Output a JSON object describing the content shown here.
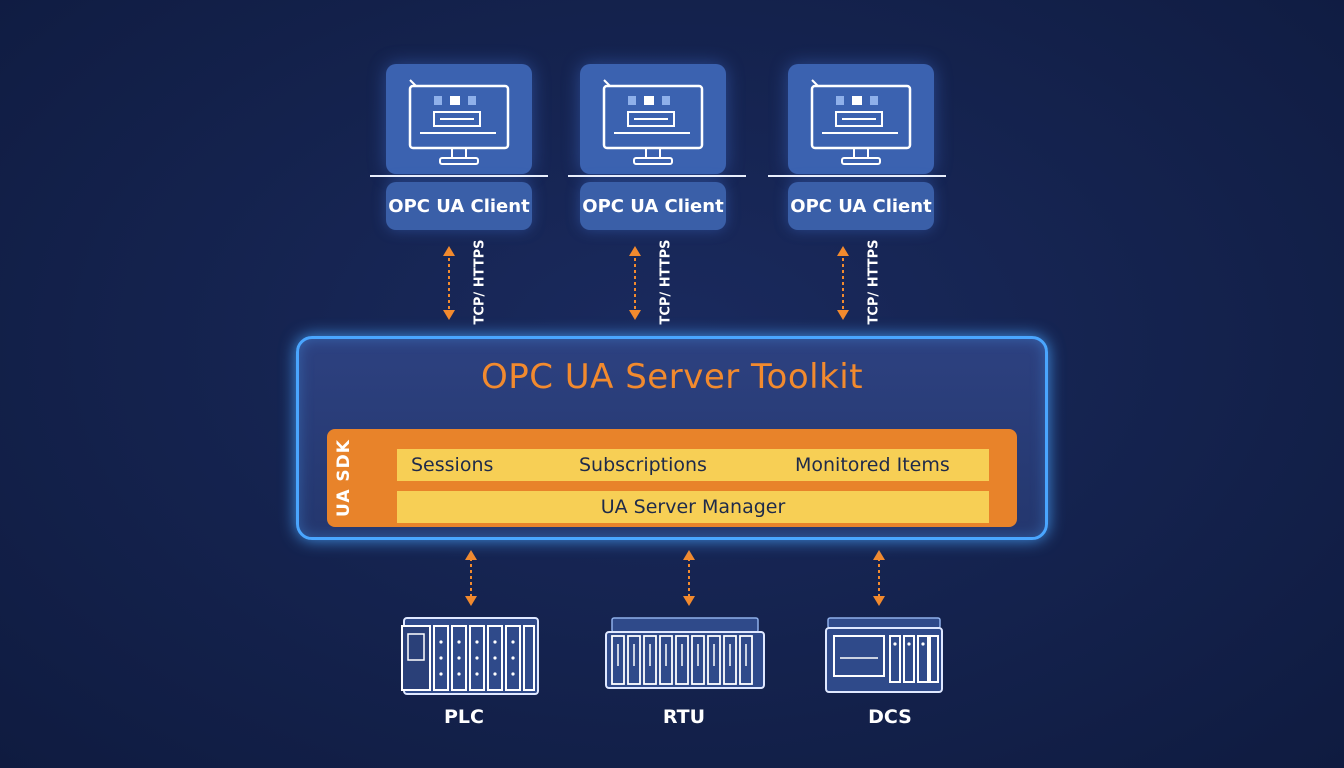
{
  "clients": [
    {
      "label": "OPC UA Client"
    },
    {
      "label": "OPC UA Client"
    },
    {
      "label": "OPC UA Client"
    }
  ],
  "links": [
    {
      "label": "TCP/ HTTPS"
    },
    {
      "label": "TCP/ HTTPS"
    },
    {
      "label": "TCP/ HTTPS"
    }
  ],
  "toolkit": {
    "title": "OPC UA Server Toolkit",
    "sdk_label": "UA SDK",
    "row1": [
      "Sessions",
      "Subscriptions",
      "Monitored Items"
    ],
    "row2": "UA Server Manager"
  },
  "devices": [
    {
      "label": "PLC",
      "icon": "plc-icon"
    },
    {
      "label": "RTU",
      "icon": "rtu-icon"
    },
    {
      "label": "DCS",
      "icon": "dcs-icon"
    }
  ],
  "colors": {
    "background": "#14224d",
    "accent_orange": "#f28a2e",
    "glow_blue": "#4aa6ff",
    "sdk_orange": "#e8832a",
    "sdk_yellow": "#f7cf55",
    "client_blue": "#3b62b0"
  }
}
